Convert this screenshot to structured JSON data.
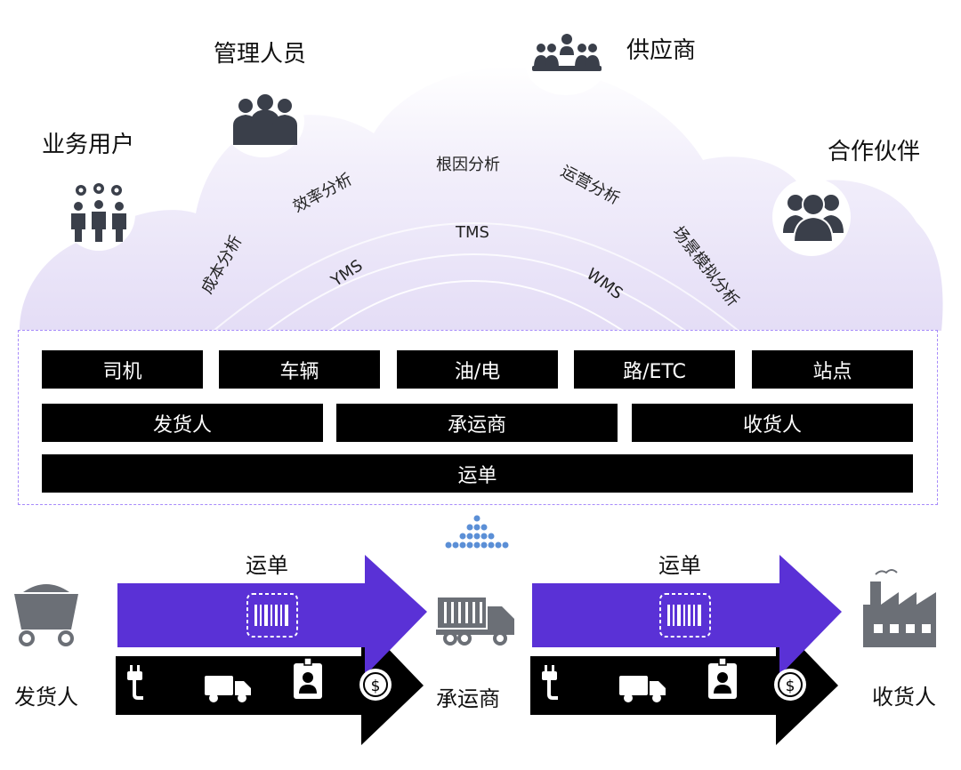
{
  "roles": {
    "business_users": "业务用户",
    "management": "管理人员",
    "suppliers": "供应商",
    "partners": "合作伙伴"
  },
  "analysis": {
    "cost": "成本分析",
    "efficiency": "效率分析",
    "root_cause": "根因分析",
    "operations": "运营分析",
    "scenario": "场景模拟分析"
  },
  "systems": {
    "tms": "TMS",
    "yms": "YMS",
    "wms": "WMS"
  },
  "data_layer": {
    "row1": [
      "司机",
      "车辆",
      "油/电",
      "路/ETC",
      "站点"
    ],
    "row2": [
      "发货人",
      "承运商",
      "收货人"
    ],
    "row3": "运单"
  },
  "flow": {
    "left_arrow_label": "运单",
    "right_arrow_label": "运单",
    "shipper": "发货人",
    "carrier": "承运商",
    "consignee": "收货人"
  },
  "colors": {
    "arrow_purple": "#5a31d6",
    "cloud_fill": "#ece8f8",
    "dashed_border": "#a78bfa",
    "dot_blue": "#5b8fd6"
  }
}
